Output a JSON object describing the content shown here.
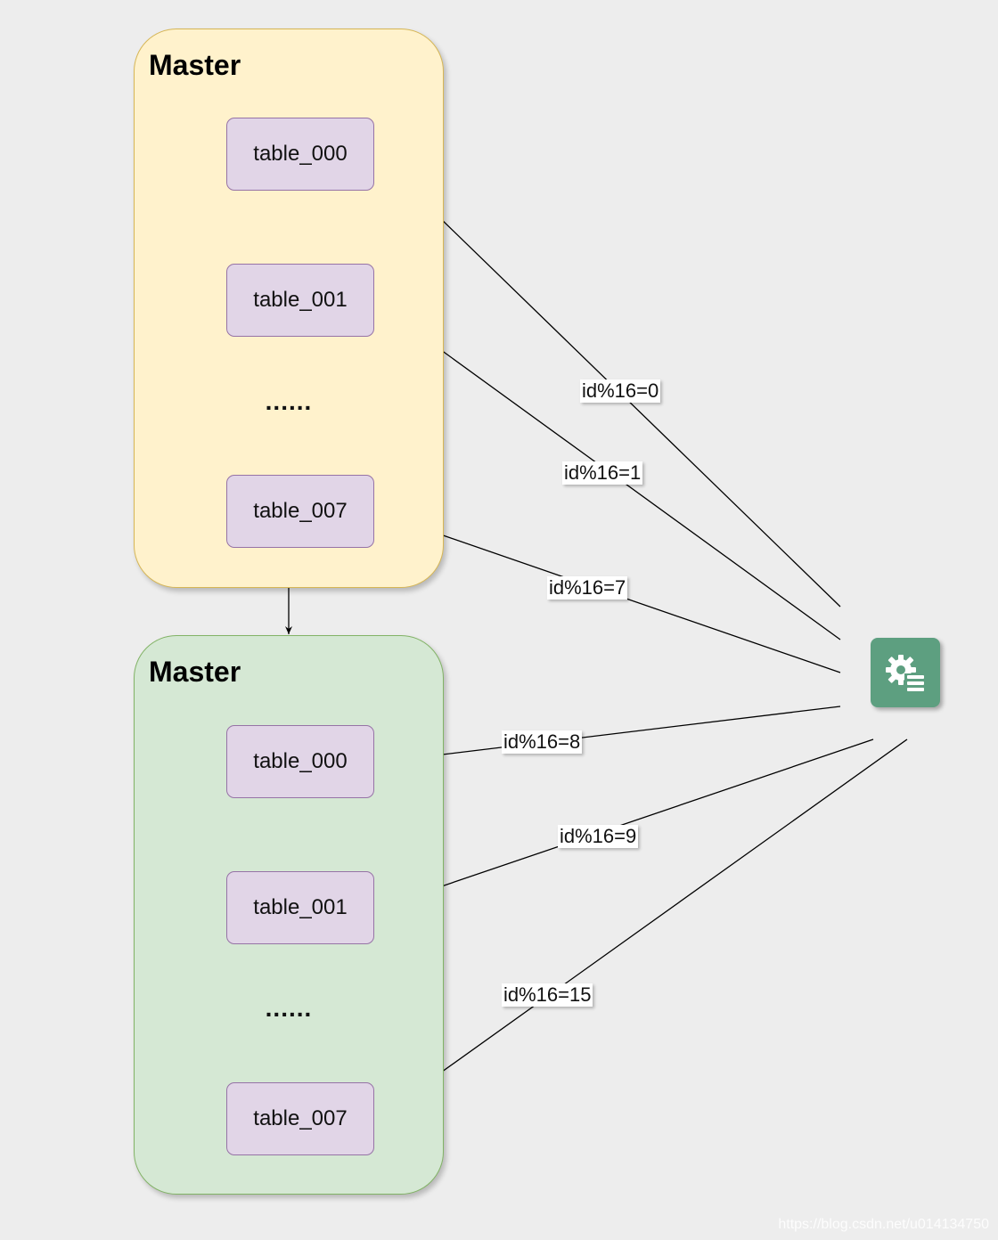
{
  "colors": {
    "background": "#ededed",
    "master_top_fill": "#fff2cc",
    "master_bottom_fill": "#d5e8d4",
    "table_fill": "#e1d5e7",
    "router_fill": "#5d9f80",
    "edge": "#000000"
  },
  "groups": [
    {
      "title": "Master",
      "tables": [
        "table_000",
        "table_001",
        "table_007"
      ],
      "ellipsis": "......"
    },
    {
      "title": "Master",
      "tables": [
        "table_000",
        "table_001",
        "table_007"
      ],
      "ellipsis": "......"
    }
  ],
  "edges": {
    "labels": [
      "id%16=0",
      "id%16=1",
      "id%16=7",
      "id%16=8",
      "id%16=9",
      "id%16=15"
    ]
  },
  "router": {
    "icon": "gear-list-icon"
  },
  "watermark": "https://blog.csdn.net/u014134750"
}
